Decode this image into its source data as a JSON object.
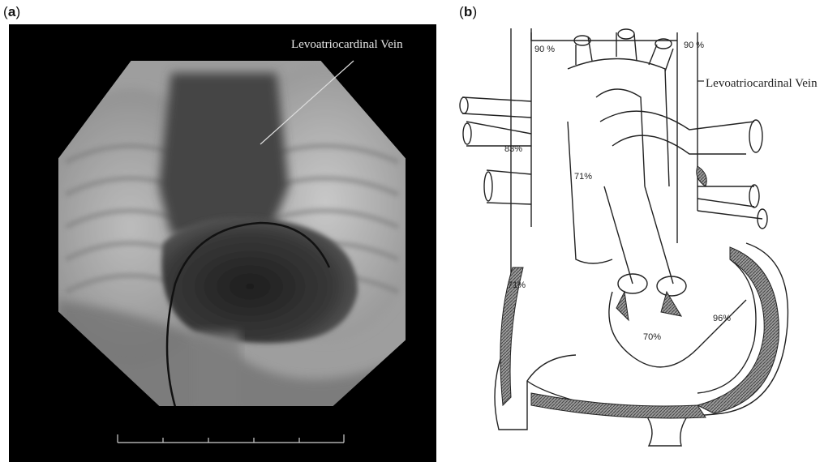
{
  "panel_a": {
    "label_open": "(",
    "label_letter": "a",
    "label_close": ")",
    "annotation": "Levoatriocardinal Vein",
    "scale_ticks": 6
  },
  "panel_b": {
    "label_open": "(",
    "label_letter": "b",
    "label_close": ")",
    "annotation": "Levoatriocardinal Vein",
    "saturations": {
      "top_left": "90 %",
      "top_right": "90 %",
      "svc": "83%",
      "aorta": "71%",
      "ivc": "71%",
      "right_ventricle": "70%",
      "left_ventricle": "96%"
    }
  },
  "colors": {
    "background": "#ffffff",
    "xray_frame": "#000000",
    "ink": "#222222",
    "hatch": "#6d6d6d"
  }
}
